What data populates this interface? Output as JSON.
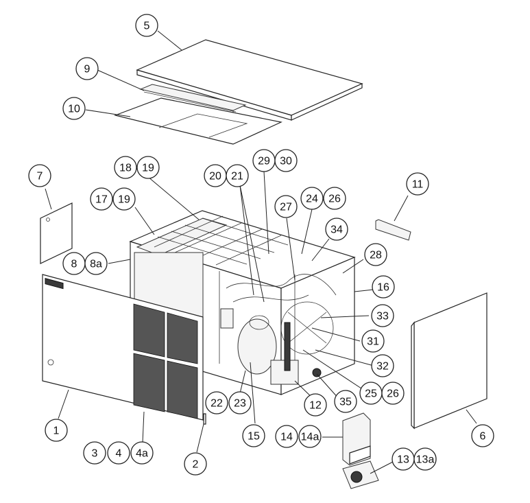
{
  "callouts": [
    {
      "label": "1"
    },
    {
      "label": "2"
    },
    {
      "label": "3"
    },
    {
      "label": "4"
    },
    {
      "label": "4a"
    },
    {
      "label": "5"
    },
    {
      "label": "6"
    },
    {
      "label": "7"
    },
    {
      "label": "8"
    },
    {
      "label": "8a"
    },
    {
      "label": "9"
    },
    {
      "label": "10"
    },
    {
      "label": "11"
    },
    {
      "label": "12"
    },
    {
      "label": "13"
    },
    {
      "label": "13a"
    },
    {
      "label": "14"
    },
    {
      "label": "14a"
    },
    {
      "label": "15"
    },
    {
      "label": "16"
    },
    {
      "label": "17"
    },
    {
      "label": "19"
    },
    {
      "label": "18"
    },
    {
      "label": "19"
    },
    {
      "label": "20"
    },
    {
      "label": "21"
    },
    {
      "label": "22"
    },
    {
      "label": "23"
    },
    {
      "label": "24"
    },
    {
      "label": "26"
    },
    {
      "label": "25"
    },
    {
      "label": "26"
    },
    {
      "label": "27"
    },
    {
      "label": "28"
    },
    {
      "label": "29"
    },
    {
      "label": "30"
    },
    {
      "label": "31"
    },
    {
      "label": "32"
    },
    {
      "label": "33"
    },
    {
      "label": "34"
    },
    {
      "label": "35"
    }
  ]
}
